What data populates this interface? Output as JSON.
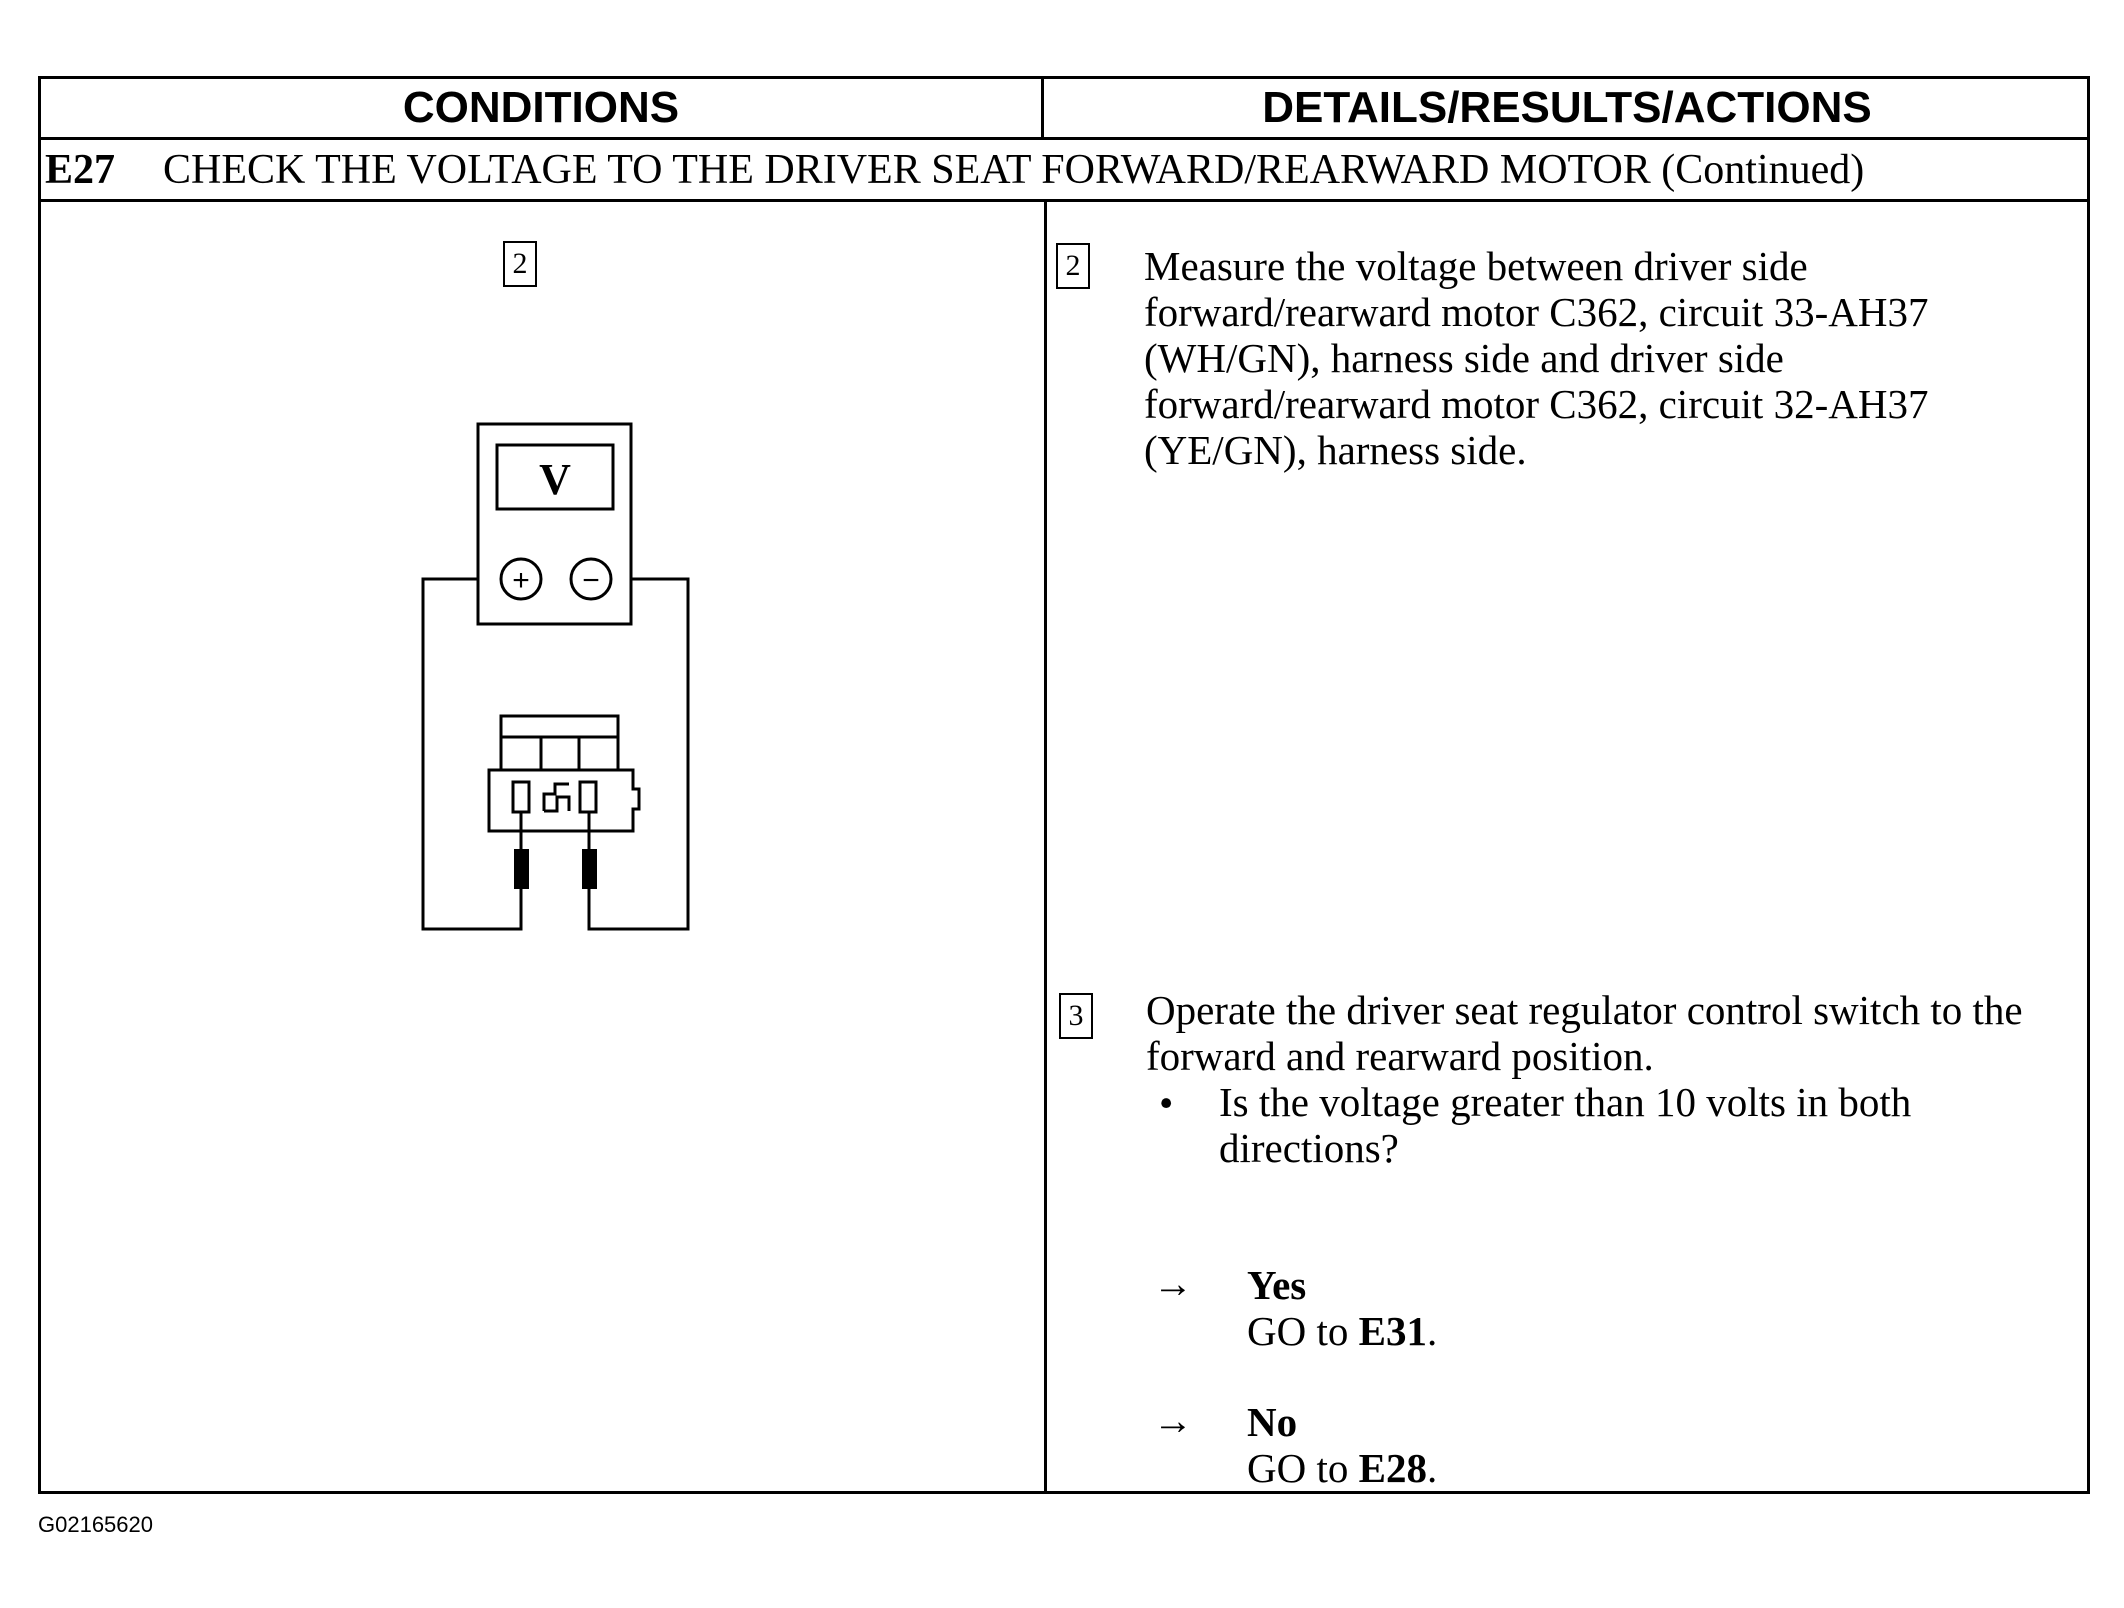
{
  "header": {
    "conditions": "CONDITIONS",
    "details": "DETAILS/RESULTS/ACTIONS"
  },
  "step": {
    "code": "E27",
    "title": "CHECK THE VOLTAGE TO THE DRIVER SEAT FORWARD/REARWARD MOTOR (Continued)"
  },
  "diagram": {
    "label": "2",
    "meter_display": "V",
    "plus_symbol": "+",
    "minus_symbol": "−"
  },
  "actions": [
    {
      "number": "2",
      "text": "Measure the voltage between driver side forward/rearward motor C362, circuit 33-AH37 (WH/GN), harness side and driver side forward/rearward motor C362, circuit 32-AH37 (YE/GN), harness side."
    },
    {
      "number": "3",
      "text": "Operate the driver seat regulator control switch to the forward and rearward position."
    }
  ],
  "question": {
    "bullet": "•",
    "text": "Is the voltage greater than 10 volts in both directions?"
  },
  "answers": [
    {
      "arrow": "→",
      "label": "Yes",
      "prefix": "GO to ",
      "target": "E31",
      "suffix": "."
    },
    {
      "arrow": "→",
      "label": "No",
      "prefix": "GO to ",
      "target": "E28",
      "suffix": "."
    }
  ],
  "figure_id": "G02165620"
}
